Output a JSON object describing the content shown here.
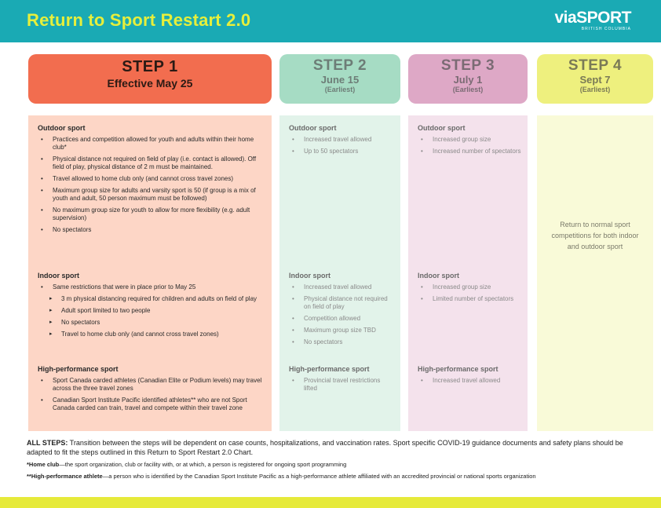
{
  "header": {
    "title": "Return to Sport Restart 2.0",
    "logo_word": "viaSPORT",
    "logo_sub": "BRITISH COLUMBIA"
  },
  "colors": {
    "header_bg": "#1aaab4",
    "title": "#e6ef3c",
    "step1": "#f26d4f",
    "step2": "#a6dcc4",
    "step3": "#dea8c6",
    "step4": "#eef07e",
    "bottom_bar": "#e6ea3a"
  },
  "steps": [
    {
      "label": "STEP 1",
      "date": "Effective May 25",
      "earliest": "",
      "outdoor": {
        "heading": "Outdoor sport",
        "items": [
          "Practices and competition allowed for youth and adults within their home club*",
          "Physical distance not required on field of play (i.e. contact is allowed). Off field of play, physical distance of 2 m must be maintained.",
          "Travel allowed to home club only (and cannot cross travel zones)",
          "Maximum group size for adults and varsity sport is 50 (if group is a mix of youth and adult, 50 person maximum must be followed)",
          "No maximum group size for youth to allow for more flexibility (e.g. adult supervision)",
          "No spectators"
        ]
      },
      "indoor": {
        "heading": "Indoor sport",
        "items": [
          "Same restrictions that were in place prior to May 25",
          "3 m physical distancing required for children and adults on field of play",
          "Adult sport limited to two people",
          "No spectators",
          "Travel to home club only (and cannot cross travel zones)"
        ]
      },
      "hp": {
        "heading": "High-performance sport",
        "items": [
          "Sport Canada carded athletes (Canadian Elite or Podium levels) may travel across the three travel zones",
          "Canadian Sport Institute Pacific identified athletes** who are not Sport Canada carded can train, travel and compete within their travel zone"
        ]
      }
    },
    {
      "label": "STEP 2",
      "date": "June 15",
      "earliest": "(Earliest)",
      "outdoor": {
        "heading": "Outdoor sport",
        "items": [
          "Increased travel allowed",
          "Up to 50 spectators"
        ]
      },
      "indoor": {
        "heading": "Indoor sport",
        "items": [
          "Increased travel allowed",
          "Physical distance not required on field of play",
          "Competition allowed",
          "Maximum group size TBD",
          "No spectators"
        ]
      },
      "hp": {
        "heading": "High-performance sport",
        "items": [
          "Provincial travel restrictions lifted"
        ]
      }
    },
    {
      "label": "STEP 3",
      "date": "July 1",
      "earliest": "(Earliest)",
      "outdoor": {
        "heading": "Outdoor sport",
        "items": [
          "Increased group size",
          "Increased number of spectators"
        ]
      },
      "indoor": {
        "heading": "Indoor sport",
        "items": [
          "Increased group size",
          "Limited number of spectators"
        ]
      },
      "hp": {
        "heading": "High-performance sport",
        "items": [
          "Increased travel allowed"
        ]
      }
    },
    {
      "label": "STEP 4",
      "date": "Sept 7",
      "earliest": "(Earliest)",
      "text": "Return to normal sport competitions for both indoor and outdoor sport"
    }
  ],
  "footer": {
    "all_steps_label": "ALL STEPS:",
    "all_steps_text": " Transition between the steps will be dependent on case counts, hospitalizations, and vaccination rates. Sport specific COVID-19 guidance documents and safety plans should be adapted to fit the steps outlined in this Return to Sport Restart 2.0 Chart.",
    "home_club_label": "*Home club",
    "home_club_text": "—the sport organization, club or facility with, or at which, a person is registered for ongoing sport programming",
    "hp_label": "**High-performance athlete",
    "hp_text": "—a person who is identified by the Canadian Sport Institute Pacific as a high-performance athlete affiliated with an accredited provincial or national sports organization"
  }
}
